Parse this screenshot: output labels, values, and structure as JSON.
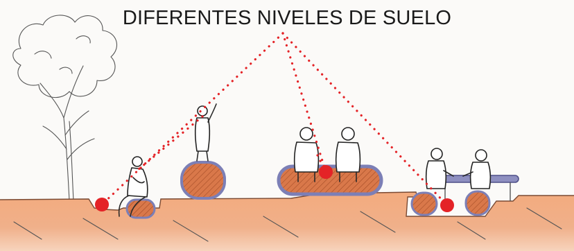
{
  "title": "DIFERENTES NIVELES DE SUELO",
  "colors": {
    "ground": "#f0a779",
    "ground_dark": "#e58a55",
    "bench_outline": "#7c7fb6",
    "bench_fill": "#d9784a",
    "marker": "#e42327",
    "sketch_ink": "#2a2a2a",
    "background": "#fbfaf8"
  },
  "icons": {
    "tree": "tree-sketch-icon",
    "person": "person-sketch-icon",
    "marker": "red-dot-marker-icon"
  },
  "figure_groups": [
    "person-sitting-low-left",
    "person-standing-raised",
    "people-sitting-bench-center",
    "people-at-table-right"
  ]
}
